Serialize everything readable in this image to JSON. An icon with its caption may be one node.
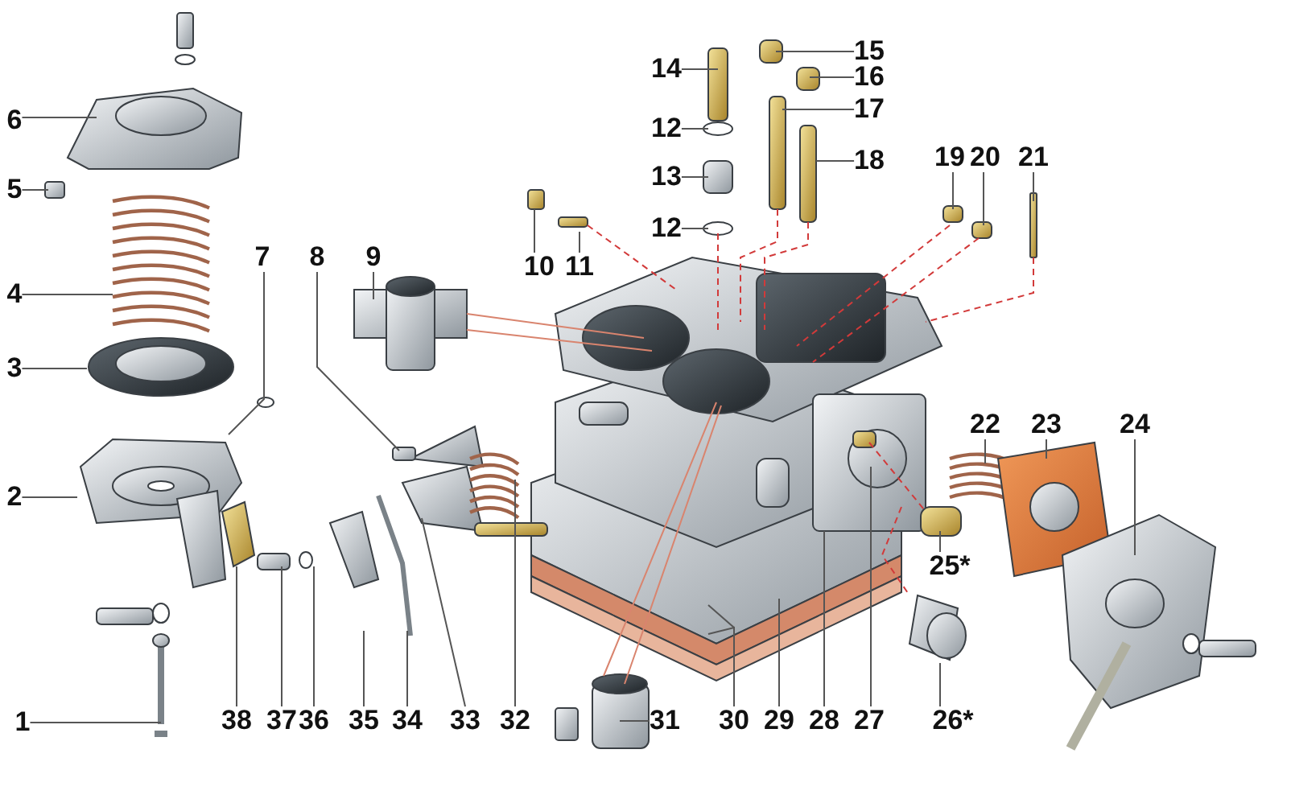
{
  "diagram": {
    "nodes": [
      {
        "text": [
          "1"
        ]
      },
      {
        "text": [
          "2"
        ]
      },
      {
        "text": [
          "3"
        ]
      },
      {
        "text": [
          "4"
        ]
      },
      {
        "text": [
          "5"
        ]
      },
      {
        "text": [
          "6"
        ]
      },
      {
        "text": [
          "7"
        ]
      },
      {
        "text": [
          "8"
        ]
      },
      {
        "text": [
          "9"
        ]
      },
      {
        "text": [
          "10"
        ]
      },
      {
        "text": [
          "11"
        ]
      },
      {
        "text": [
          "12"
        ]
      },
      {
        "text": [
          "13"
        ]
      },
      {
        "text": [
          "12"
        ]
      },
      {
        "text": [
          "14"
        ]
      },
      {
        "text": [
          "15"
        ]
      },
      {
        "text": [
          "16"
        ]
      },
      {
        "text": [
          "17"
        ]
      },
      {
        "text": [
          "18"
        ]
      },
      {
        "text": [
          "19"
        ]
      },
      {
        "text": [
          "20"
        ]
      },
      {
        "text": [
          "21"
        ]
      },
      {
        "text": [
          "22"
        ]
      },
      {
        "text": [
          "23"
        ]
      },
      {
        "text": [
          "24"
        ]
      },
      {
        "text": [
          "25*"
        ]
      },
      {
        "text": [
          "26*"
        ]
      },
      {
        "text": [
          "27"
        ]
      },
      {
        "text": [
          "28"
        ]
      },
      {
        "text": [
          "29"
        ]
      },
      {
        "text": [
          "30"
        ]
      },
      {
        "text": [
          "31"
        ]
      },
      {
        "text": [
          "32"
        ]
      },
      {
        "text": [
          "33"
        ]
      },
      {
        "text": [
          "34"
        ]
      },
      {
        "text": [
          "35"
        ]
      },
      {
        "text": [
          "36"
        ]
      },
      {
        "text": [
          "37"
        ]
      },
      {
        "text": [
          "38"
        ]
      }
    ],
    "edges": [
      {
        "from": 0,
        "to": null,
        "arrow": "none"
      },
      {
        "from": 1,
        "to": null,
        "arrow": "none"
      },
      {
        "from": 2,
        "to": null,
        "arrow": "none"
      },
      {
        "from": 3,
        "to": null,
        "arrow": "none"
      },
      {
        "from": 4,
        "to": null,
        "arrow": "none"
      },
      {
        "from": 5,
        "to": null,
        "arrow": "none"
      },
      {
        "from": 6,
        "to": null,
        "arrow": "none"
      },
      {
        "from": 7,
        "to": null,
        "arrow": "none"
      },
      {
        "from": 8,
        "to": null,
        "arrow": "none"
      },
      {
        "from": 9,
        "to": null,
        "arrow": "none"
      },
      {
        "from": 10,
        "to": null,
        "arrow": "none"
      },
      {
        "from": 11,
        "to": null,
        "arrow": "none"
      },
      {
        "from": 12,
        "to": null,
        "arrow": "none"
      },
      {
        "from": 13,
        "to": null,
        "arrow": "none"
      },
      {
        "from": 14,
        "to": null,
        "arrow": "none"
      },
      {
        "from": 15,
        "to": null,
        "arrow": "none"
      },
      {
        "from": 16,
        "to": null,
        "arrow": "none"
      },
      {
        "from": 17,
        "to": null,
        "arrow": "none"
      },
      {
        "from": 18,
        "to": null,
        "arrow": "none"
      },
      {
        "from": 19,
        "to": null,
        "arrow": "none"
      },
      {
        "from": 20,
        "to": null,
        "arrow": "none"
      },
      {
        "from": 21,
        "to": null,
        "arrow": "none"
      },
      {
        "from": 22,
        "to": null,
        "arrow": "none"
      },
      {
        "from": 23,
        "to": null,
        "arrow": "none"
      },
      {
        "from": 24,
        "to": null,
        "arrow": "none"
      },
      {
        "from": 25,
        "to": null,
        "arrow": "none"
      },
      {
        "from": 26,
        "to": null,
        "arrow": "none"
      },
      {
        "from": 27,
        "to": null,
        "arrow": "none"
      },
      {
        "from": 28,
        "to": null,
        "arrow": "none"
      },
      {
        "from": 29,
        "to": null,
        "arrow": "none"
      },
      {
        "from": 30,
        "to": null,
        "arrow": "none"
      },
      {
        "from": 30,
        "to": null,
        "arrow": "none"
      },
      {
        "from": 31,
        "to": null,
        "arrow": "none"
      },
      {
        "from": 32,
        "to": null,
        "arrow": "none"
      },
      {
        "from": 33,
        "to": null,
        "arrow": "none"
      },
      {
        "from": 34,
        "to": null,
        "arrow": "none"
      },
      {
        "from": 35,
        "to": null,
        "arrow": "none"
      },
      {
        "from": 36,
        "to": null,
        "arrow": "none"
      },
      {
        "from": 37,
        "to": null,
        "arrow": "none"
      },
      {
        "from": 38,
        "to": null,
        "arrow": "none"
      }
    ]
  }
}
